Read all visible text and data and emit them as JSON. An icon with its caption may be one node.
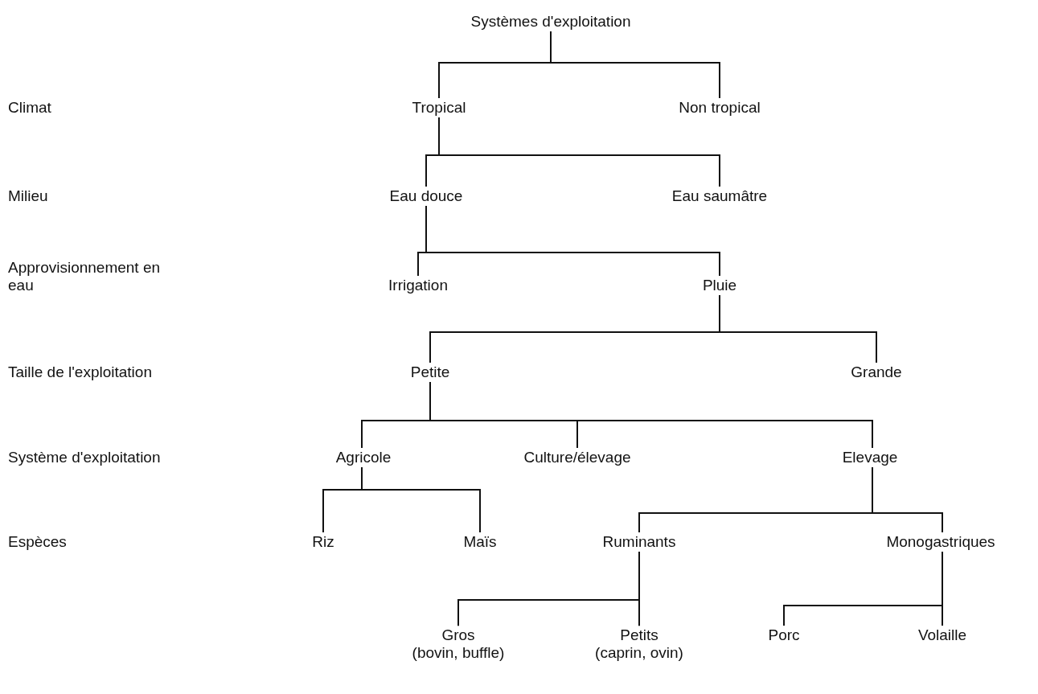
{
  "diagram": {
    "nodes": [
      {
        "text": [
          "Systèmes d'exploitation"
        ]
      },
      {
        "text": [
          "Tropical"
        ]
      },
      {
        "text": [
          "Non tropical"
        ]
      },
      {
        "text": [
          "Eau douce"
        ]
      },
      {
        "text": [
          "Eau saumâtre"
        ]
      },
      {
        "text": [
          "Irrigation"
        ]
      },
      {
        "text": [
          "Pluie"
        ]
      },
      {
        "text": [
          "Petite"
        ]
      },
      {
        "text": [
          "Grande"
        ]
      },
      {
        "text": [
          "Agricole"
        ]
      },
      {
        "text": [
          "Culture/élevage"
        ]
      },
      {
        "text": [
          "Elevage"
        ]
      },
      {
        "text": [
          "Riz"
        ]
      },
      {
        "text": [
          "Maïs"
        ]
      },
      {
        "text": [
          "Ruminants"
        ]
      },
      {
        "text": [
          "Monogastriques"
        ]
      },
      {
        "text": [
          "Gros (bovin, buffle)"
        ]
      },
      {
        "text": [
          "Petits (caprin, ovin)"
        ]
      },
      {
        "text": [
          "Porc"
        ]
      },
      {
        "text": [
          "Volaille"
        ]
      }
    ],
    "edges": [
      {
        "from": 0,
        "to": 1,
        "arrow": "none"
      },
      {
        "from": 0,
        "to": 2,
        "arrow": "none"
      },
      {
        "from": 1,
        "to": 3,
        "arrow": "none"
      },
      {
        "from": 1,
        "to": 4,
        "arrow": "none"
      },
      {
        "from": 3,
        "to": 5,
        "arrow": "none"
      },
      {
        "from": 3,
        "to": 6,
        "arrow": "none"
      },
      {
        "from": 6,
        "to": 7,
        "arrow": "none"
      },
      {
        "from": 6,
        "to": 8,
        "arrow": "none"
      },
      {
        "from": 7,
        "to": 9,
        "arrow": "none"
      },
      {
        "from": 7,
        "to": 10,
        "arrow": "none"
      },
      {
        "from": 7,
        "to": 11,
        "arrow": "none"
      },
      {
        "from": 9,
        "to": 12,
        "arrow": "none"
      },
      {
        "from": 9,
        "to": 13,
        "arrow": "none"
      },
      {
        "from": 11,
        "to": 14,
        "arrow": "none"
      },
      {
        "from": 11,
        "to": 15,
        "arrow": "none"
      },
      {
        "from": 14,
        "to": 16,
        "arrow": "none"
      },
      {
        "from": 14,
        "to": 17,
        "arrow": "none"
      },
      {
        "from": 15,
        "to": 18,
        "arrow": "none"
      },
      {
        "from": 15,
        "to": 19,
        "arrow": "none"
      }
    ],
    "labels": [
      "Climat",
      "Milieu",
      "Approvisionnement en eau",
      "Taille de l'exploitation",
      "Système d'exploitation",
      "Espèces"
    ]
  }
}
